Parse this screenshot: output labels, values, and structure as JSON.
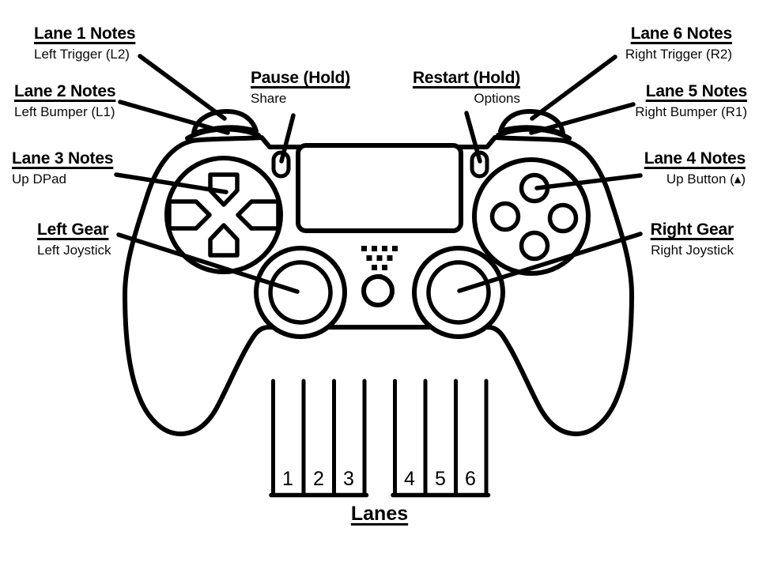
{
  "diagram_title": "Rhythm game controller mapping (DualShock 4)",
  "colors": {
    "ink": "#000000",
    "background": "#ffffff"
  },
  "labels": {
    "lane1": {
      "heading": "Lane 1 Notes",
      "sub": "Left Trigger (L2)"
    },
    "lane2": {
      "heading": "Lane 2 Notes",
      "sub": "Left Bumper (L1)"
    },
    "lane3": {
      "heading": "Lane 3 Notes",
      "sub": "Up DPad"
    },
    "left_gear": {
      "heading": "Left Gear",
      "sub": "Left Joystick"
    },
    "pause": {
      "heading": "Pause (Hold)",
      "sub": "Share"
    },
    "restart": {
      "heading": "Restart (Hold)",
      "sub": "Options"
    },
    "lane6": {
      "heading": "Lane 6 Notes",
      "sub": "Right Trigger (R2)"
    },
    "lane5": {
      "heading": "Lane 5 Notes",
      "sub": "Right Bumper (R1)"
    },
    "lane4": {
      "heading": "Lane 4 Notes",
      "sub": "Up Button (▴)"
    },
    "right_gear": {
      "heading": "Right Gear",
      "sub": "Right Joystick"
    }
  },
  "lanes": {
    "numbers": [
      "1",
      "2",
      "3",
      "4",
      "5",
      "6"
    ],
    "caption": "Lanes"
  }
}
